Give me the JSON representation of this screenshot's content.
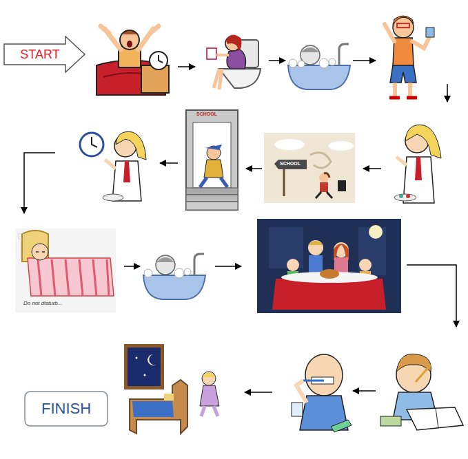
{
  "diagram": {
    "nodes": [
      {
        "text": [
          "START"
        ]
      },
      {
        "text": [
          "FINISH"
        ]
      }
    ],
    "labels": [
      "SCHOOL",
      "SCHOOL",
      "Do not disturb..."
    ]
  }
}
